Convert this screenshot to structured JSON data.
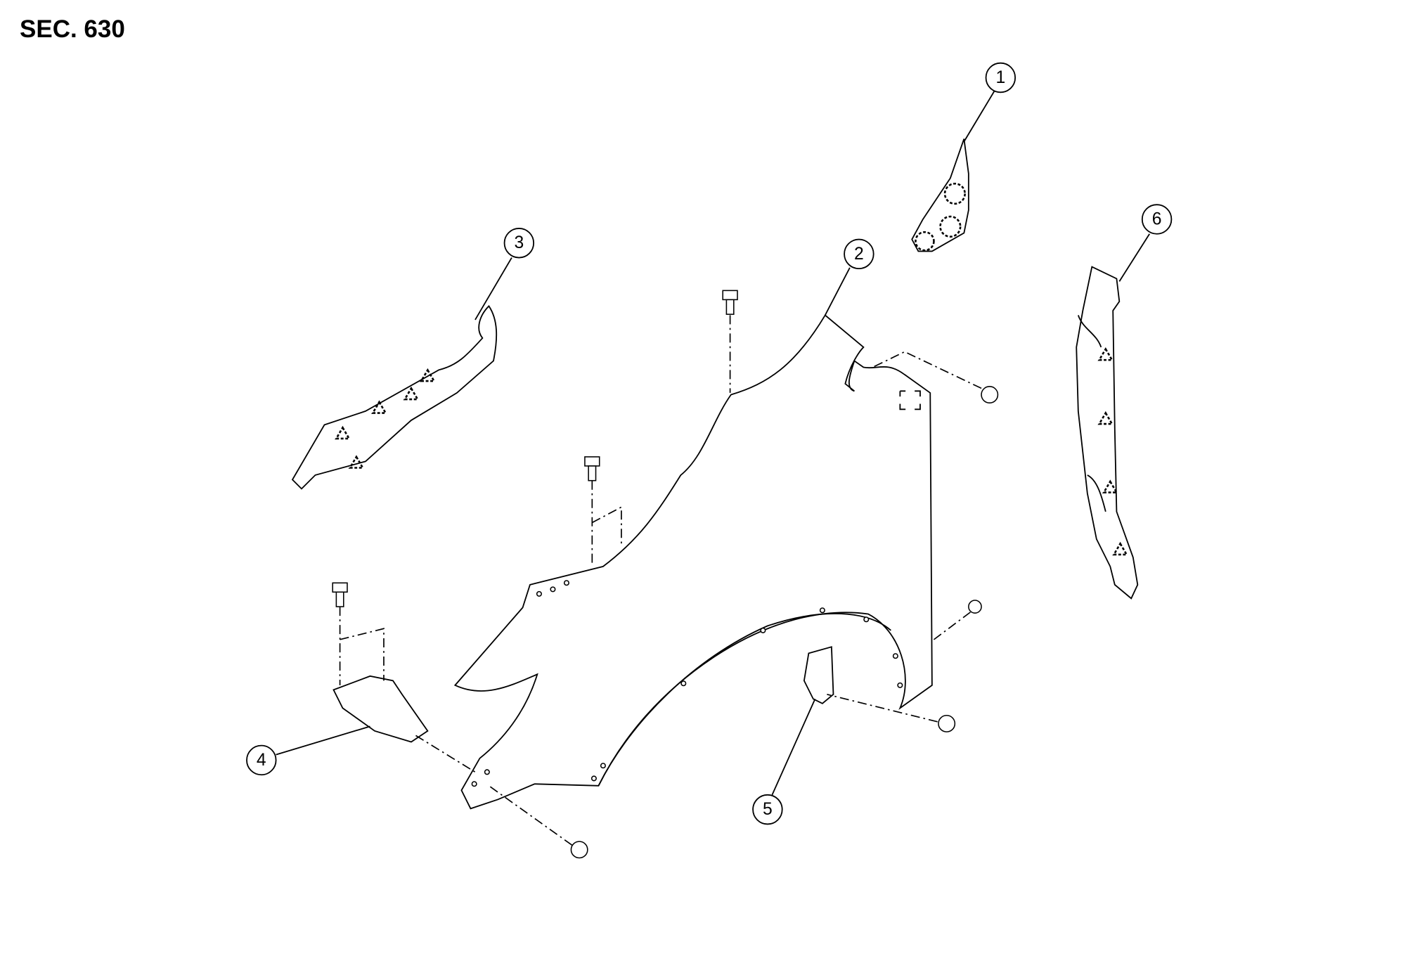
{
  "section_label": "SEC. 630",
  "callouts": [
    "1",
    "2",
    "3",
    "4",
    "5",
    "6"
  ],
  "colors": {
    "line": "#000000",
    "background": "#ffffff"
  }
}
